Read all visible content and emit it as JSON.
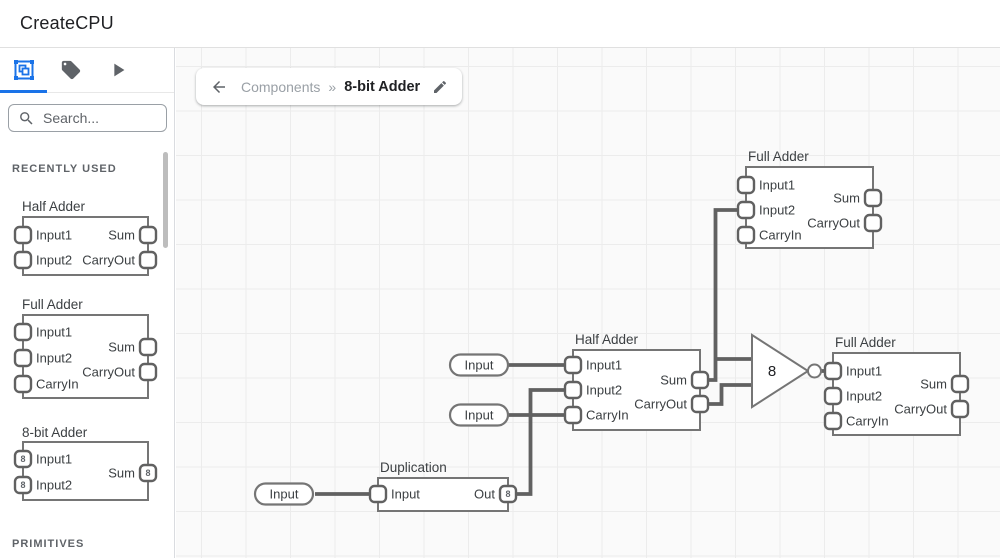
{
  "colors": {
    "accent": "#1a73e8",
    "wire": "#616161",
    "component_border": "#757575",
    "canvas_bg": "#fafafa"
  },
  "header": {
    "title": "CreateCPU"
  },
  "sidebar": {
    "search_placeholder": "Search...",
    "recently_used_label": "RECENTLY USED",
    "primitives_label": "PRIMITIVES",
    "components": {
      "half_adder": {
        "title": "Half Adder",
        "input1": "Input1",
        "input2": "Input2",
        "sum": "Sum",
        "carry_out": "CarryOut"
      },
      "full_adder": {
        "title": "Full Adder",
        "input1": "Input1",
        "input2": "Input2",
        "carry_in": "CarryIn",
        "sum": "Sum",
        "carry_out": "CarryOut"
      },
      "adder_8bit": {
        "title": "8-bit Adder",
        "input1": "Input1",
        "input2": "Input2",
        "sum": "Sum",
        "bus_width": "8"
      }
    }
  },
  "breadcrumb": {
    "parent": "Components",
    "separator": "»",
    "current": "8-bit Adder"
  },
  "canvas": {
    "full_adder_top": {
      "title": "Full Adder",
      "input1": "Input1",
      "input2": "Input2",
      "carry_in": "CarryIn",
      "sum": "Sum",
      "carry_out": "CarryOut"
    },
    "half_adder": {
      "title": "Half Adder",
      "input1": "Input1",
      "input2": "Input2",
      "carry_in": "CarryIn",
      "sum": "Sum",
      "carry_out": "CarryOut"
    },
    "full_adder_right": {
      "title": "Full Adder",
      "input1": "Input1",
      "input2": "Input2",
      "carry_in": "CarryIn",
      "sum": "Sum",
      "carry_out": "CarryOut"
    },
    "duplication": {
      "title": "Duplication",
      "input": "Input",
      "out": "Out",
      "bus_width": "8"
    },
    "buffer_gate": {
      "label": "8"
    },
    "inputs": {
      "pill1": "Input",
      "pill2": "Input",
      "pill3": "Input"
    }
  }
}
